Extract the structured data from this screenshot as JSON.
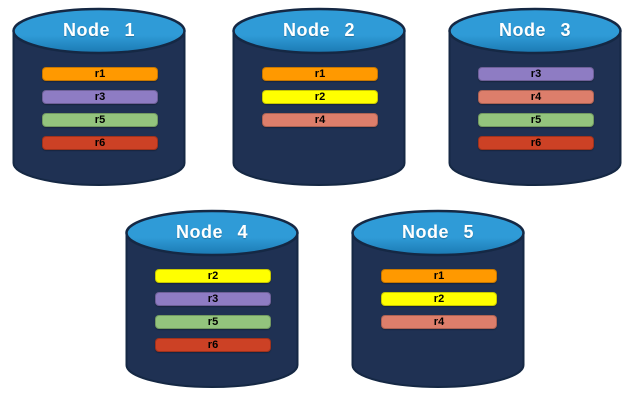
{
  "diagram": {
    "background": "#ffffff",
    "description": "Five database nodes with replica placement"
  },
  "colors": {
    "cylinder_body": "#1f3153",
    "cylinder_top": "#2f9bd7",
    "cylinder_top_edge": "#1b79b2",
    "cylinder_outline": "#152844",
    "replicas": {
      "r1": "#ff9900",
      "r2": "#ffff00",
      "r3": "#8e7cc3",
      "r4": "#dd7e6b",
      "r5": "#93c47d",
      "r6": "#cc4125"
    }
  },
  "nodes": [
    {
      "label": "Node 1",
      "replicas": [
        "r1",
        "r3",
        "r5",
        "r6"
      ]
    },
    {
      "label": "Node 2",
      "replicas": [
        "r1",
        "r2",
        "r4"
      ]
    },
    {
      "label": "Node 3",
      "replicas": [
        "r3",
        "r4",
        "r5",
        "r6"
      ]
    },
    {
      "label": "Node 4",
      "replicas": [
        "r2",
        "r3",
        "r5",
        "r6"
      ]
    },
    {
      "label": "Node 5",
      "replicas": [
        "r1",
        "r2",
        "r4"
      ]
    }
  ]
}
